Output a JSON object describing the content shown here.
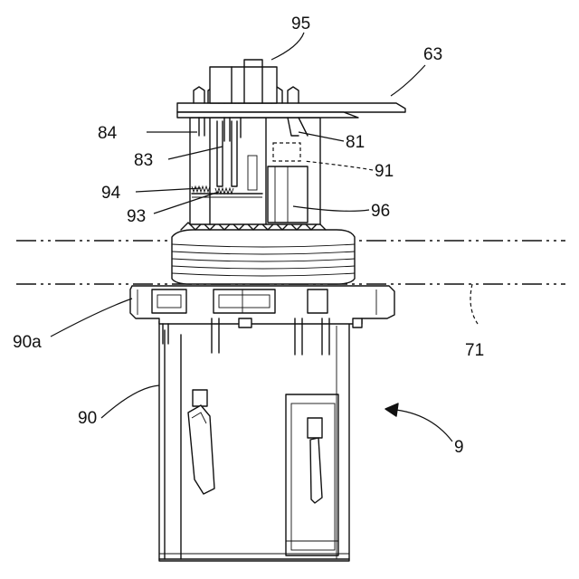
{
  "labels": {
    "l95": "95",
    "l63": "63",
    "l84": "84",
    "l81": "81",
    "l83": "83",
    "l91": "91",
    "l94": "94",
    "l93": "93",
    "l96": "96",
    "l90a": "90a",
    "l71": "71",
    "l90": "90",
    "l9": "9"
  }
}
